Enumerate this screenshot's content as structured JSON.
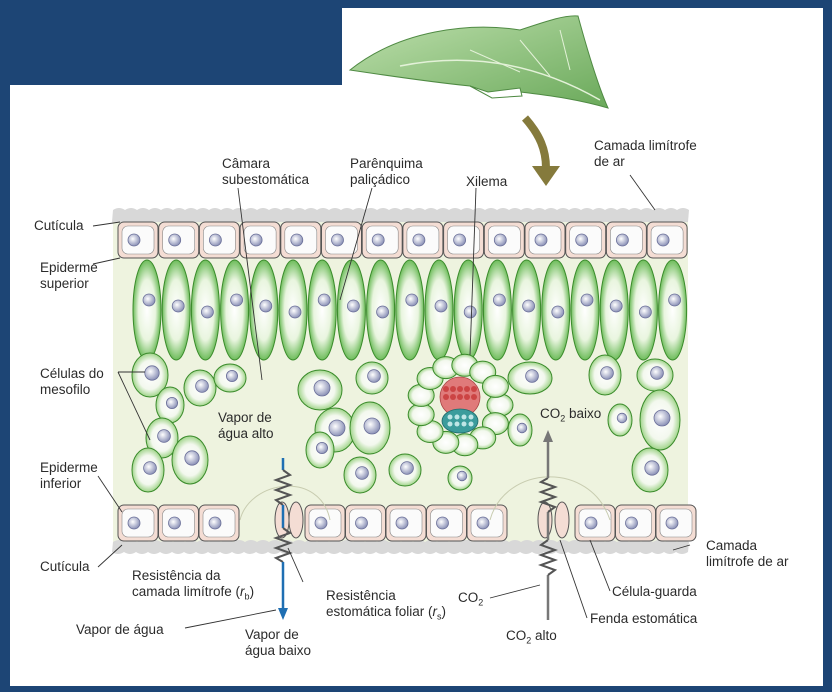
{
  "labels": {
    "camara_line1": "Câmara",
    "camara_line2": "subestomática",
    "parenquima_line1": "Parênquima",
    "parenquima_line2": "paliçádico",
    "xilema": "Xilema",
    "camada_top_line1": "Camada limítrofe",
    "camada_top_line2": "de ar",
    "cuticula_top": "Cutícula",
    "epiderme_sup_line1": "Epiderme",
    "epiderme_sup_line2": "superior",
    "celulas_line1": "Células do",
    "celulas_line2": "mesofilo",
    "vapor_alto_line1": "Vapor de",
    "vapor_alto_line2": "água alto",
    "co2_baixo_pre": "CO",
    "co2_baixo_sub": "2",
    "co2_baixo_post": " baixo",
    "epiderme_inf_line1": "Epiderme",
    "epiderme_inf_line2": "inferior",
    "cuticula_bottom": "Cutícula",
    "camada_bot_line1": "Camada",
    "camada_bot_line2": "limítrofe de ar",
    "res_camada_line1": "Resistência da",
    "res_camada_line2_pre": "camada limítrofe (",
    "res_camada_sym": "r",
    "res_camada_sub": "b",
    "res_camada_post": ")",
    "res_estom_line1": "Resistência",
    "res_estom_line2_pre": "estomática foliar (",
    "res_estom_sym": "r",
    "res_estom_sub": "s",
    "res_estom_post": ")",
    "co2_pre": "CO",
    "co2_sub": "2",
    "celula_guarda": "Célula-guarda",
    "fenda": "Fenda estomática",
    "vapor_agua": "Vapor de água",
    "vapor_baixo_line1": "Vapor de",
    "vapor_baixo_line2": "água baixo",
    "co2_alto_pre": "CO",
    "co2_alto_sub": "2",
    "co2_alto_post": " alto"
  },
  "colors": {
    "background": "#1d4575",
    "panel": "#ffffff",
    "leaf_interior": "#eef3df",
    "palisade_green": "#7cc35a",
    "epidermis_fill": "#f4ddd4",
    "water_arrow": "#1f6fb3",
    "co2_arrow": "#777777",
    "leaf_arrow": "#857a3c"
  }
}
